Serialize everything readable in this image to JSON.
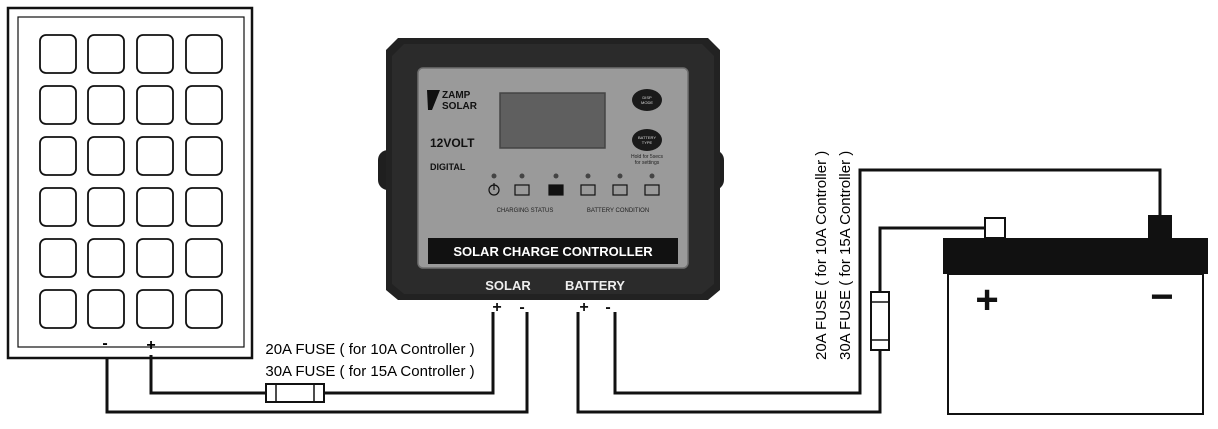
{
  "panel": {
    "minus_label": "-",
    "plus_label": "+"
  },
  "controller": {
    "brand_line1": "ZAMP",
    "brand_line2": "SOLAR",
    "voltage": "12VOLT",
    "mode": "DIGITAL",
    "btn_top_line1": "DISP",
    "btn_top_line2": "MODE",
    "btn_bottom_line1": "BATTERY",
    "btn_bottom_line2": "TYPE",
    "hold_note_line1": "Hold for 5secs",
    "hold_note_line2": "for settings",
    "charging_status": "CHARGING STATUS",
    "battery_condition": "BATTERY CONDITION",
    "title_bar": "SOLAR CHARGE CONTROLLER",
    "solar_label": "SOLAR",
    "battery_label": "BATTERY",
    "solar_plus": "+",
    "solar_minus": "-",
    "battery_plus": "+",
    "battery_minus": "-"
  },
  "fuse_panel": {
    "line1": "20A FUSE ( for 10A  Controller )",
    "line2": "30A FUSE ( for 15A  Controller )"
  },
  "fuse_battery": {
    "line1": "20A FUSE ( for 10A  Controller )",
    "line2": "30A FUSE ( for 15A  Controller )"
  },
  "battery": {
    "plus_label": "+",
    "minus_label": "−"
  }
}
